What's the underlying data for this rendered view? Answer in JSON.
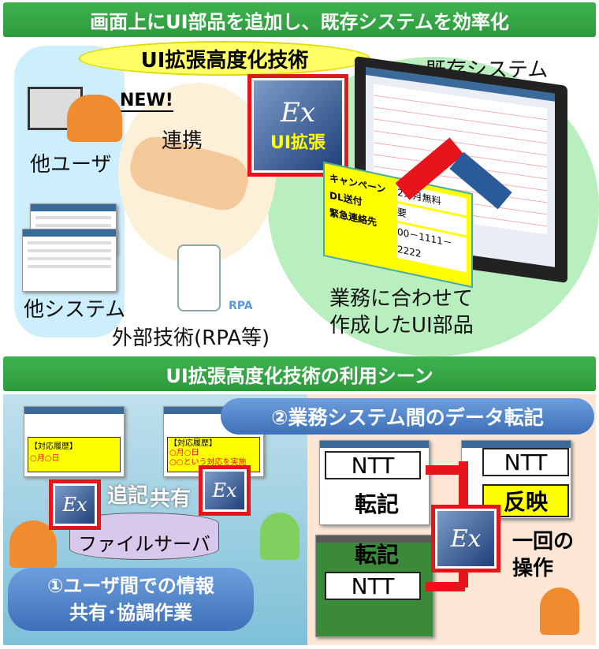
{
  "top_banner": "画面上にUI部品を追加し、既存システムを効率化",
  "tech_name": "UI拡張高度化技術",
  "new_badge": "NEW!",
  "link_label": "連携",
  "ex_logo": "Ex",
  "ex_caption": "UI拡張",
  "existing_system": "既存システム",
  "other_users": "他ユーザ",
  "other_systems": "他システム",
  "external_tech": "外部技術(RPA等)",
  "rpa_label": "RPA",
  "ui_parts_caption": [
    "業務に合わせて",
    "作成したUI部品"
  ],
  "ui_form": {
    "labels": [
      "キャンペーン",
      "DL送付",
      "緊急連絡先"
    ],
    "values": [
      "2カ月無料",
      "要",
      "00－1111－2222"
    ]
  },
  "scene_banner": "UI拡張高度化技術の利用シーン",
  "scene1": {
    "title": [
      "①ユーザ間での情報",
      "共有･協調作業"
    ],
    "history_title": "【対応履歴】",
    "history_date": "○月○日",
    "history_text": "○○という対応を実施",
    "append": "追記",
    "share": "共有",
    "file_server": "ファイルサーバ"
  },
  "scene2": {
    "title": "②業務システム間のデータ転記",
    "ntt": "NTT",
    "transfer": "転記",
    "reflect": "反映",
    "one_op": [
      "一回の",
      "操作"
    ]
  },
  "colors": {
    "green": "#2c9a3c",
    "red": "#e8141c",
    "blue": "#3d70b8",
    "yellow": "#ffff00"
  }
}
